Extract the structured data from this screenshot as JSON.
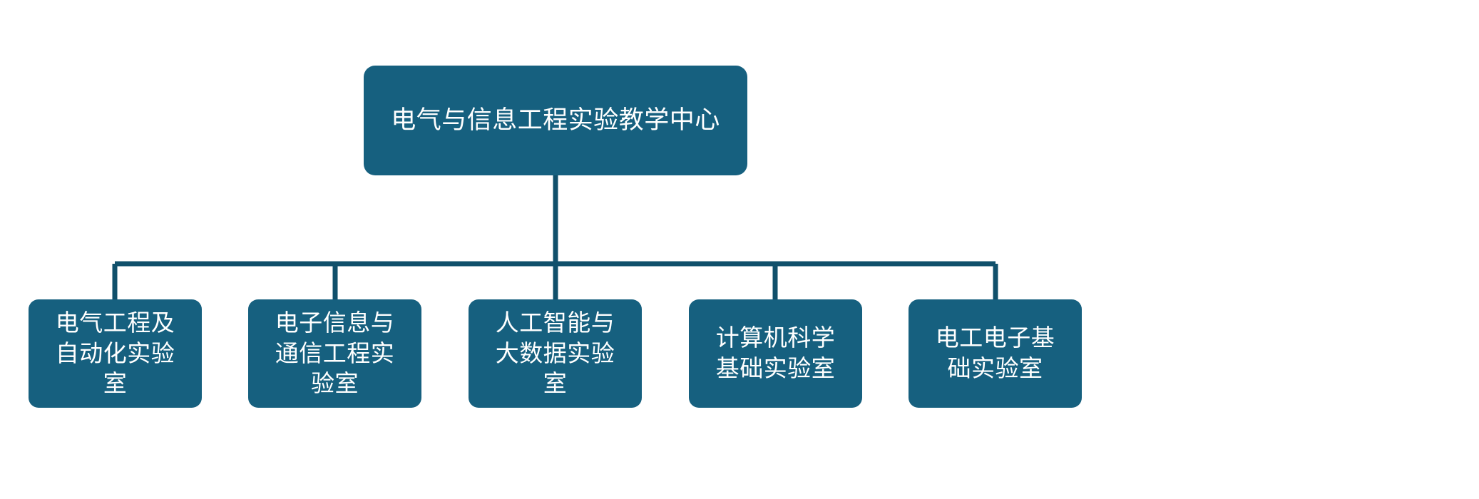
{
  "chart_data": {
    "type": "diagram",
    "diagram_type": "organization-chart",
    "title": "电气与信息工程实验教学中心",
    "orientation": "top-down",
    "levels": 2,
    "node_count": 6,
    "edge_count": 5,
    "nodes": [
      {
        "id": "root",
        "label": "电气与信息工程实验教学中心",
        "level": 0
      },
      {
        "id": "leaf-0",
        "label": "电气工程及自动化实验室",
        "level": 1,
        "parent": "root"
      },
      {
        "id": "leaf-1",
        "label": "电子信息与通信工程实验室",
        "level": 1,
        "parent": "root"
      },
      {
        "id": "leaf-2",
        "label": "人工智能与大数据实验室",
        "level": 1,
        "parent": "root"
      },
      {
        "id": "leaf-3",
        "label": "计算机科学基础实验室",
        "level": 1,
        "parent": "root"
      },
      {
        "id": "leaf-4",
        "label": "电工电子基础实验室",
        "level": 1,
        "parent": "root"
      }
    ],
    "edges": [
      {
        "from": "root",
        "to": "leaf-0"
      },
      {
        "from": "root",
        "to": "leaf-1"
      },
      {
        "from": "root",
        "to": "leaf-2"
      },
      {
        "from": "root",
        "to": "leaf-3"
      },
      {
        "from": "root",
        "to": "leaf-4"
      }
    ]
  },
  "colors": {
    "node_fill": "#16607F",
    "node_text": "#ffffff",
    "connector": "#10506B",
    "background": "#ffffff"
  },
  "root": {
    "label": "电气与信息工程实验教学中心"
  },
  "children": [
    {
      "id": "leaf-0",
      "label": "电气工程及\n自动化实验\n室",
      "plain_label": "电气工程及自动化实验室"
    },
    {
      "id": "leaf-1",
      "label": "电子信息与\n通信工程实\n验室",
      "plain_label": "电子信息与通信工程实验室"
    },
    {
      "id": "leaf-2",
      "label": "人工智能与\n大数据实验\n室",
      "plain_label": "人工智能与大数据实验室"
    },
    {
      "id": "leaf-3",
      "label": "计算机科学\n基础实验室",
      "plain_label": "计算机科学基础实验室"
    },
    {
      "id": "leaf-4",
      "label": "电工电子基\n础实验室",
      "plain_label": "电工电子基础实验室"
    }
  ]
}
